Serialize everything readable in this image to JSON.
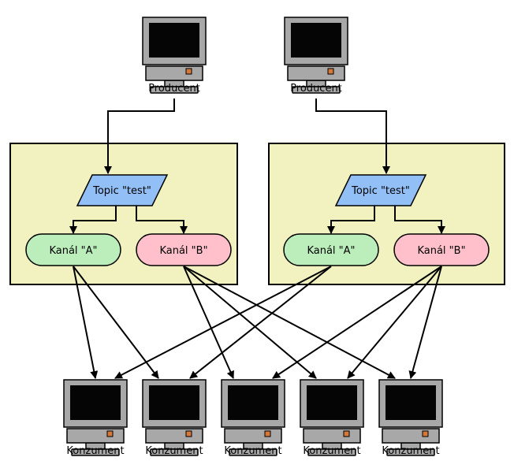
{
  "producer_label": "Producent",
  "consumer_label": "Konzument",
  "clusters": [
    {
      "topic": "Topic \"test\"",
      "channels": [
        {
          "label": "Kanál \"A\"",
          "fill": "#bbeebb"
        },
        {
          "label": "Kanál \"B\"",
          "fill": "#ffc0cb"
        }
      ]
    },
    {
      "topic": "Topic \"test\"",
      "channels": [
        {
          "label": "Kanál \"A\"",
          "fill": "#bbeebb"
        },
        {
          "label": "Kanál \"B\"",
          "fill": "#ffc0cb"
        }
      ]
    }
  ],
  "colors": {
    "cluster_fill": "#f2f2c0",
    "topic_fill": "#92bff5",
    "monitor_case": "#a8a8a8",
    "monitor_screen": "#050505",
    "monitor_led": "#d4793a"
  },
  "connections": {
    "producer_to_topic": [
      [
        0,
        0
      ],
      [
        1,
        1
      ]
    ],
    "channel_to_consumer": [
      [
        "0A",
        0
      ],
      [
        "0A",
        1
      ],
      [
        "0B",
        2
      ],
      [
        "0B",
        3
      ],
      [
        "0B",
        4
      ],
      [
        "1A",
        0
      ],
      [
        "1A",
        1
      ],
      [
        "1B",
        2
      ],
      [
        "1B",
        3
      ],
      [
        "1B",
        4
      ]
    ]
  }
}
